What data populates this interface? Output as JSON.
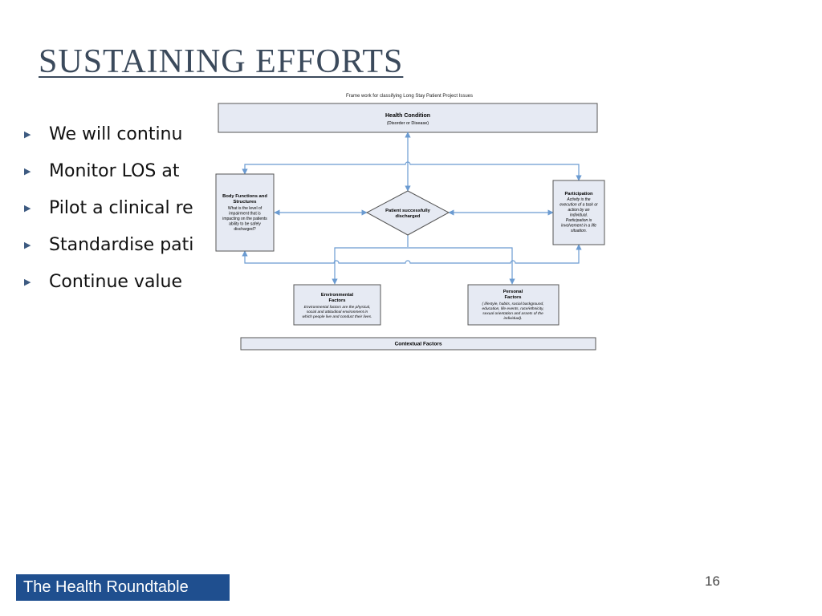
{
  "slide": {
    "title": "SUSTAINING EFFORTS",
    "bullets": [
      "We will continu",
      "Monitor LOS at",
      "Pilot a clinical re",
      "Standardise pati",
      "Continue value"
    ],
    "page_number": "16",
    "logo_text": "The Health Roundtable"
  },
  "diagram": {
    "caption": "Frame work for classifying Long Stay Patient Project Issues",
    "health_condition": {
      "title": "Health Condition",
      "subtitle": "(Disorder or Disease)"
    },
    "body_functions": {
      "title_line1": "Body Functions and",
      "title_line2": "Structures",
      "body": [
        "What is the level of",
        "impairment that is",
        "impacting on the patients",
        "ability to be safely",
        "discharged?"
      ]
    },
    "center": {
      "line1": "Patient successfully",
      "line2": "discharged"
    },
    "participation": {
      "title": "Participation",
      "body": [
        "Activity is the",
        "execution of a task or",
        "action by an",
        "individual.",
        "Participation is",
        "involvement in a life",
        "situation."
      ]
    },
    "environmental": {
      "title_line1": "Environmental",
      "title_line2": "Factors",
      "body": [
        "Environmental factors are the physical,",
        "social and attitudinal environment in",
        "which people live and conduct their lives."
      ]
    },
    "personal": {
      "title_line1": "Personal",
      "title_line2": "Factors",
      "body": [
        "( lifestyle, habits, social background,",
        "education, life events, race/ethnicity,",
        "sexual orientation and assets of the",
        "individual)."
      ]
    },
    "contextual": "Contextual Factors"
  },
  "colors": {
    "title": "#3b4a5c",
    "bullet_arrow": "#3d5a80",
    "box_fill": "#e6eaf3",
    "connector": "#6b9bd1",
    "logo_bg": "#1f4f8f"
  }
}
